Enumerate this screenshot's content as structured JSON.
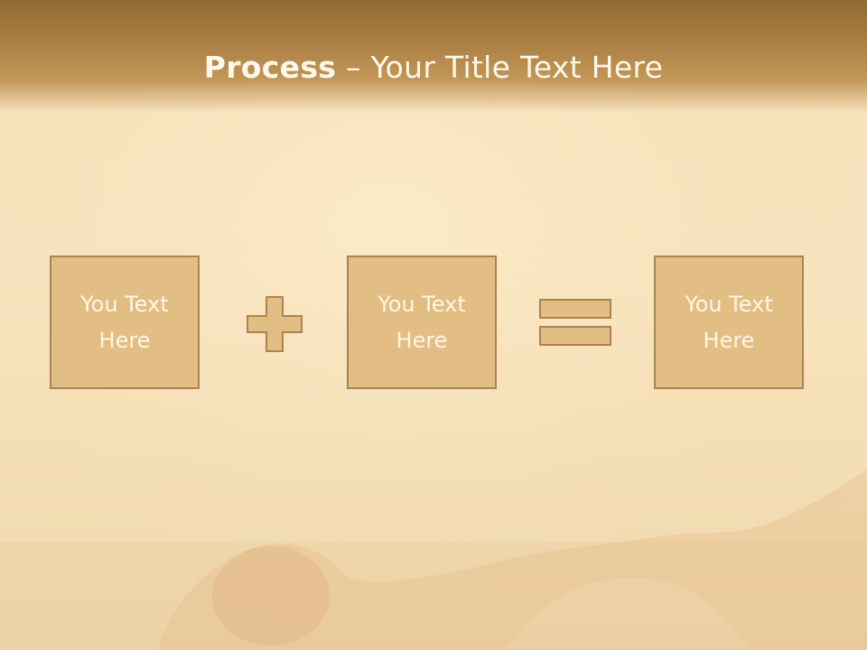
{
  "title": {
    "bold": "Process",
    "rest": " – Your Title Text Here"
  },
  "boxes": [
    {
      "label": "You Text Here"
    },
    {
      "label": "You Text Here"
    },
    {
      "label": "You Text Here"
    }
  ],
  "operators": [
    "plus-icon",
    "equals-icon"
  ],
  "colors": {
    "title_bar": "#a77b40",
    "box_fill": "#e2bd84",
    "box_border": "#ad8350",
    "text_light": "#fff6e4"
  }
}
